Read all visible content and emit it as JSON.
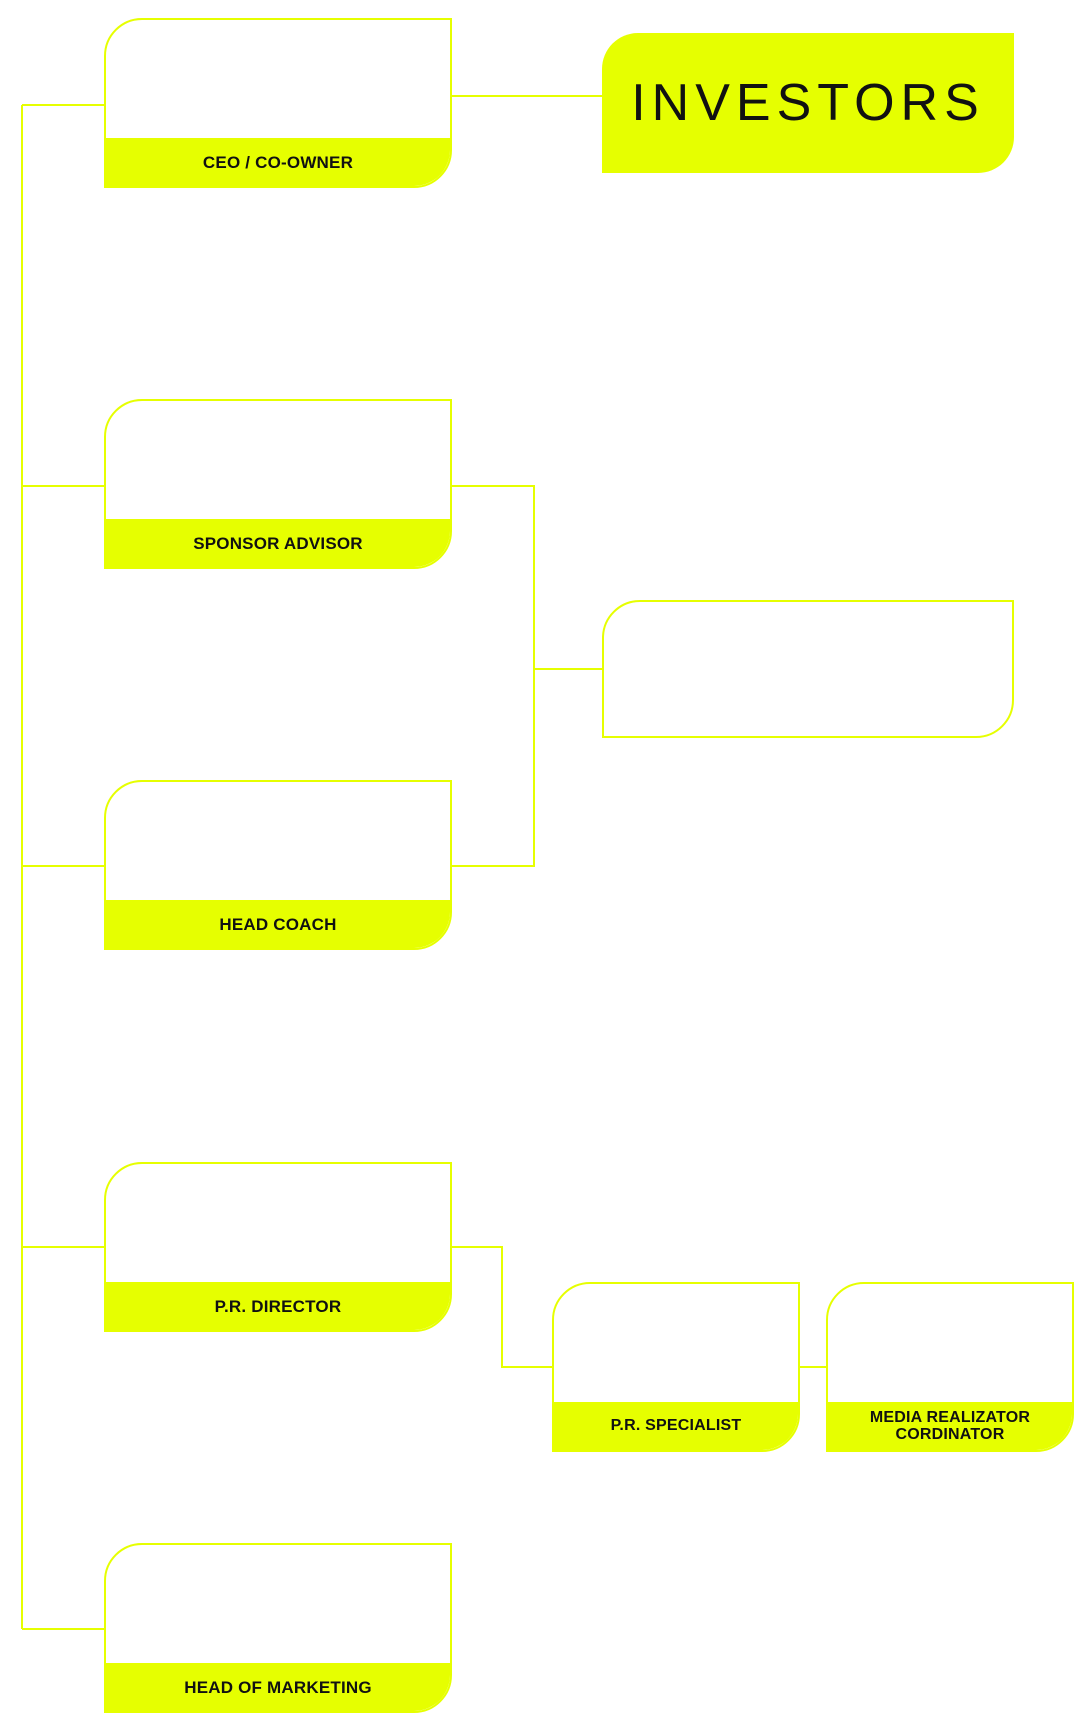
{
  "colors": {
    "accent": "#e6ff00",
    "text": "#111111",
    "background": "#ffffff"
  },
  "investors": {
    "label": "INVESTORS"
  },
  "roles": {
    "ceo": "CEO / CO-OWNER",
    "sponsor_advisor": "SPONSOR ADVISOR",
    "head_coach": "HEAD COACH",
    "pr_director": "P.R. DIRECTOR",
    "pr_specialist": "P.R. SPECIALIST",
    "media_realizator": "MEDIA REALIZATOR\nCORDINATOR",
    "head_of_marketing": "HEAD OF MARKETING"
  }
}
